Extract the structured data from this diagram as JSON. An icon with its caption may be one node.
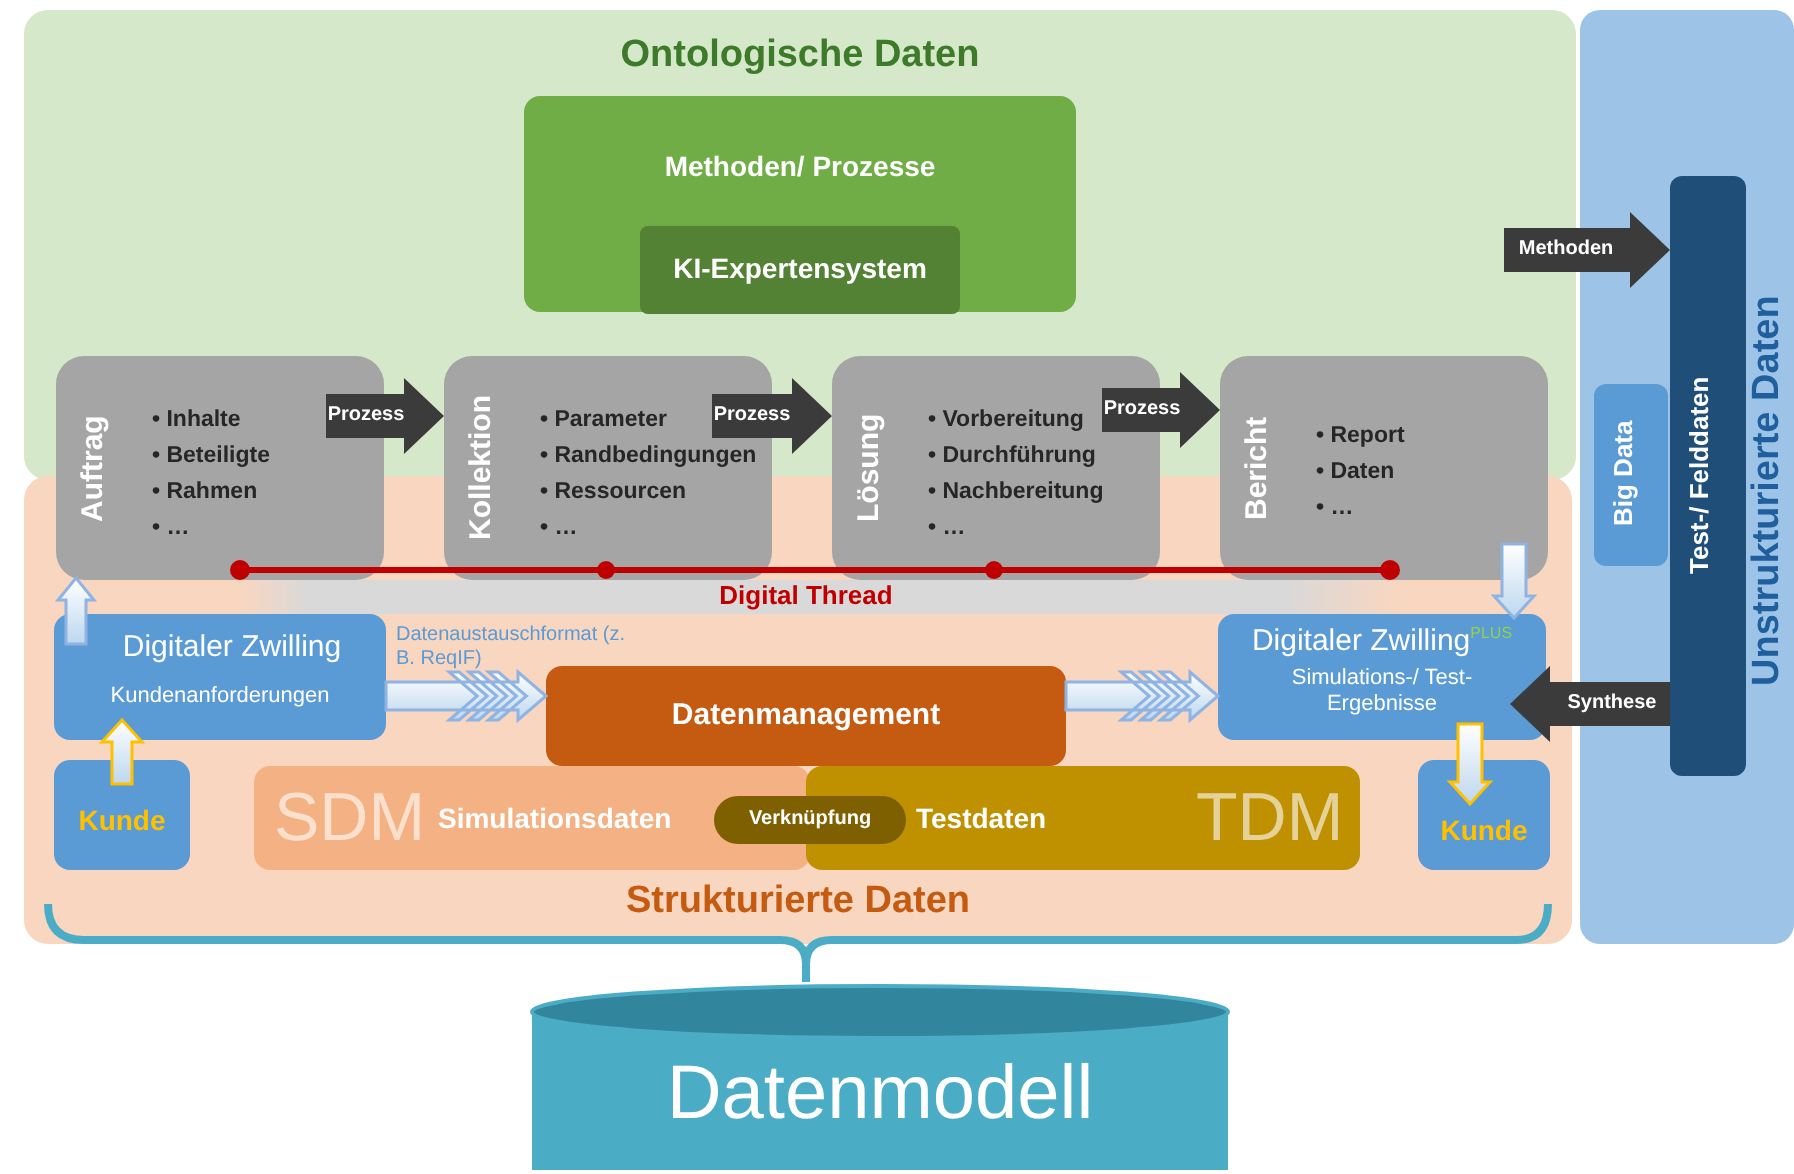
{
  "diagram": {
    "nodes": [
      {
        "text": [
          "Ontologische Daten"
        ]
      },
      {
        "text": [
          "Methoden/ Prozesse"
        ],
        "in": 0
      },
      {
        "text": [
          "KI-Expertensystem"
        ],
        "in": 1
      },
      {
        "text": [
          "Strukturierte Daten"
        ]
      },
      {
        "text": [
          "Unstrukturierte Daten"
        ]
      },
      {
        "text": [
          "Test-/ Felddaten"
        ],
        "in": 4
      },
      {
        "text": [
          "Big Data"
        ],
        "in": 4
      },
      {
        "text": [
          "Auftrag",
          "• Inhalte",
          "• Beteiligte",
          "• Rahmen",
          "• …"
        ]
      },
      {
        "text": [
          "Kollektion",
          "• Parameter",
          "• Randbedingungen",
          "• Ressourcen",
          "• …"
        ]
      },
      {
        "text": [
          "Lösung",
          "• Vorbereitung",
          "• Durchführung",
          "• Nachbereitung",
          "• …"
        ]
      },
      {
        "text": [
          "Bericht",
          "• Report",
          "• Daten",
          "• …"
        ]
      },
      {
        "text": [
          "Digital Thread"
        ],
        "in": 3
      },
      {
        "text": [
          "Digitaler Zwilling",
          "Kundenanforderungen"
        ],
        "in": 3
      },
      {
        "text": [
          "Kunde"
        ],
        "in": 3
      },
      {
        "text": [
          "Datenmanagement"
        ],
        "in": 3
      },
      {
        "text": [
          "Digitaler Zwilling$^{PLUS}$",
          "Simulations-/ Test-Ergebnisse"
        ],
        "in": 3
      },
      {
        "text": [
          "Kunde"
        ],
        "in": 3
      },
      {
        "text": [
          "SDM",
          "Simulationsdaten"
        ],
        "in": 3
      },
      {
        "text": [
          "Testdaten",
          "TDM"
        ],
        "in": 3
      },
      {
        "text": [
          "Verknüpfung"
        ],
        "in": 3
      },
      {
        "text": [
          "Datenmodell"
        ]
      }
    ],
    "edges": [
      {
        "from": 7,
        "to": 8,
        "arrow": "to",
        "label": "Prozess"
      },
      {
        "from": 8,
        "to": 9,
        "arrow": "to",
        "label": "Prozess"
      },
      {
        "from": 9,
        "to": 10,
        "arrow": "to",
        "label": "Prozess"
      },
      {
        "from": 0,
        "to": 5,
        "arrow": "to",
        "label": "Methoden"
      },
      {
        "from": 5,
        "to": 15,
        "arrow": "to",
        "label": "Synthese"
      },
      {
        "from": 13,
        "to": 12,
        "arrow": "to",
        "color": "#ffc000"
      },
      {
        "from": 12,
        "to": 7,
        "arrow": "to",
        "color": "#8fb4e3"
      },
      {
        "from": 12,
        "to": 14,
        "arrow": "to",
        "label": "Datenaustauschformat (z. B. ReqIF)",
        "color": "#8fb4e3"
      },
      {
        "from": 14,
        "to": 15,
        "arrow": "to",
        "color": "#8fb4e3"
      },
      {
        "from": 10,
        "to": 15,
        "arrow": "to",
        "color": "#8fb4e3"
      },
      {
        "from": 15,
        "to": 16,
        "arrow": "to",
        "color": "#ffc000"
      }
    ]
  }
}
